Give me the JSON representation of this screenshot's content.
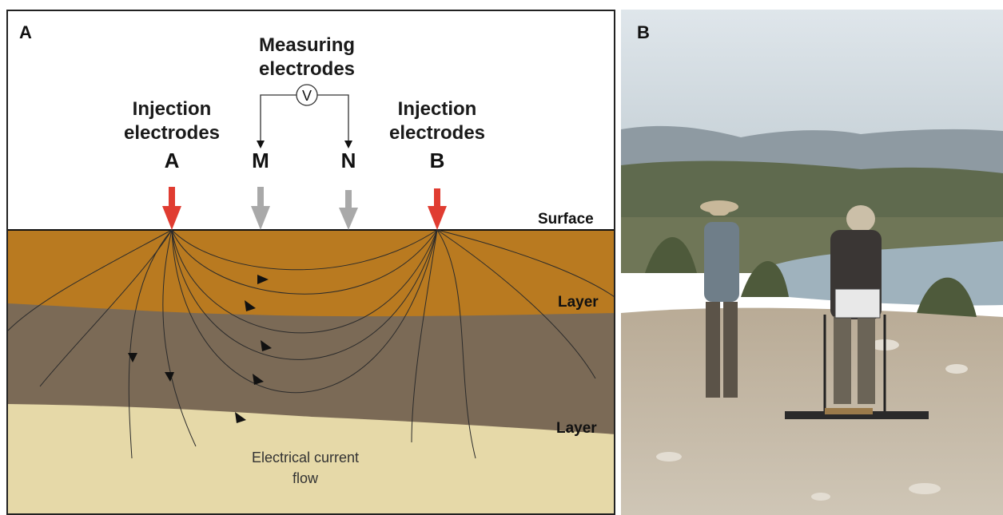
{
  "panel_a": {
    "label": "A",
    "measuring_title": "Measuring\nelectrodes",
    "voltmeter_symbol": "V",
    "injection_left_title": "Injection\nelectrodes",
    "injection_right_title": "Injection\nelectrodes",
    "electrodes": [
      "A",
      "M",
      "N",
      "B"
    ],
    "surface_label": "Surface",
    "layer_label_1": "Layer",
    "layer_label_2": "Layer",
    "flow_label": "Electrical current\nflow",
    "colors": {
      "injection_arrow": "#e03c31",
      "measuring_arrow": "#a9a9a9",
      "layer_top": "#b97a20",
      "layer_middle": "#7b6a56",
      "layer_bottom": "#e6d9a8"
    }
  },
  "panel_b": {
    "label": "B"
  }
}
